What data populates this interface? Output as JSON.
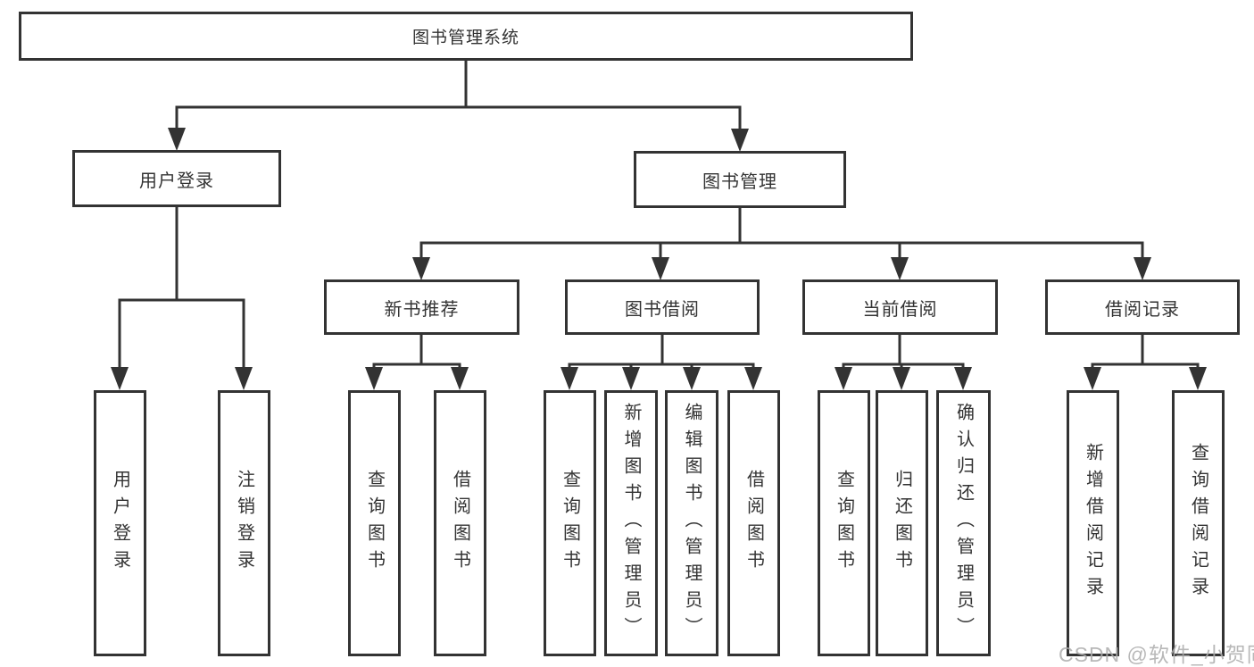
{
  "colors": {
    "line": "#333333",
    "text": "#333333",
    "background": "#ffffff",
    "watermark": "#acacac"
  },
  "watermark": "CSDN @软件_小贺同学",
  "tree": {
    "root": {
      "label": "图书管理系统"
    },
    "branches": [
      {
        "label": "用户登录",
        "leaves": [
          {
            "label": "用户登录"
          },
          {
            "label": "注销登录"
          }
        ]
      },
      {
        "label": "图书管理",
        "groups": [
          {
            "label": "新书推荐",
            "leaves": [
              {
                "label": "查询图书"
              },
              {
                "label": "借阅图书"
              }
            ]
          },
          {
            "label": "图书借阅",
            "leaves": [
              {
                "label": "查询图书"
              },
              {
                "label": "新增图书（管理员）"
              },
              {
                "label": "编辑图书（管理员）"
              },
              {
                "label": "借阅图书"
              }
            ]
          },
          {
            "label": "当前借阅",
            "leaves": [
              {
                "label": "查询图书"
              },
              {
                "label": "归还图书"
              },
              {
                "label": "确认归还（管理员）"
              }
            ]
          },
          {
            "label": "借阅记录",
            "leaves": [
              {
                "label": "新增借阅记录"
              },
              {
                "label": "查询借阅记录"
              }
            ]
          }
        ]
      }
    ]
  }
}
